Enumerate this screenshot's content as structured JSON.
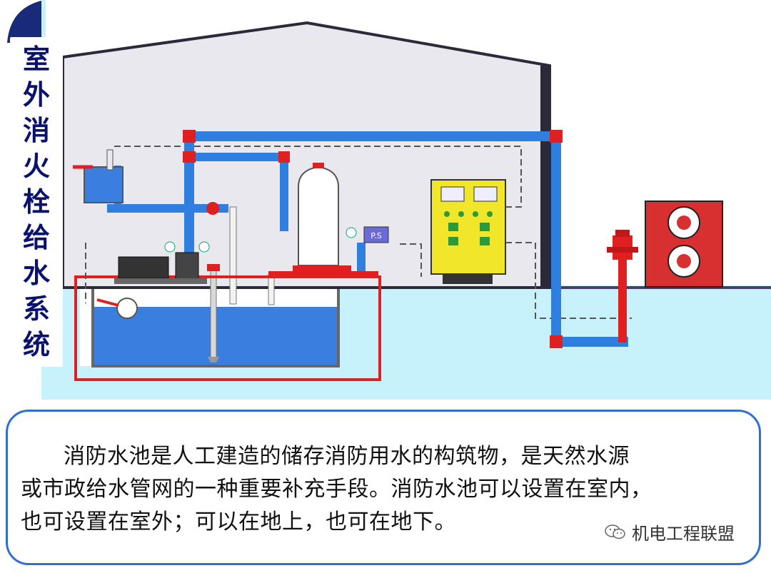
{
  "title_chars": [
    "室",
    "外",
    "消",
    "火",
    "栓",
    "给",
    "水",
    "系",
    "统"
  ],
  "description": "消防水池是人工建造的储存消防用水的构筑物，是天然水源或市政给水管网的一种重要补充手段。消防水池可以设置在室内，也可设置在室外；可以在地上，也可在地下。",
  "description_lines": [
    "消防水池是人工建造的储存消防用水的构筑物，是天然水源",
    "或市政给水管网的一种重要补充手段。消防水池可以设置在室内，",
    "也可设置在室外；可以在地上，也可在地下。"
  ],
  "ps_label": "P.S",
  "watermark": "机电工程联盟",
  "colors": {
    "ground": "#c8f2fb",
    "building": "#e8e8ee",
    "pipe_blue": "#2f7fe0",
    "pipe_red": "#e02020",
    "highlight": "#e02020",
    "title_text": "#0a1270",
    "panel": "#f2e62a",
    "box_border": "#2f6fd0"
  }
}
